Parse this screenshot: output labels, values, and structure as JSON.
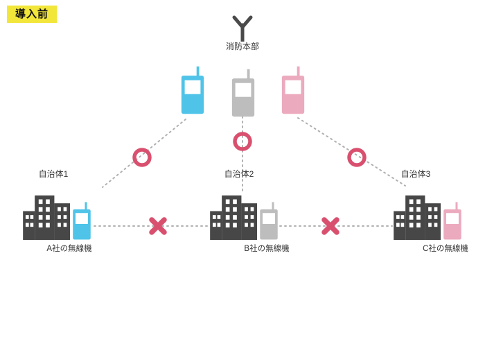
{
  "badge": {
    "label": "導入前"
  },
  "headquarters": {
    "label": "消防本部"
  },
  "municipalities": [
    {
      "name": "自治体1",
      "radio_label": "A社の無線機",
      "color": "#4fc3e8"
    },
    {
      "name": "自治体2",
      "radio_label": "B社の無線機",
      "color": "#bdbdbd"
    },
    {
      "name": "自治体3",
      "radio_label": "C社の無線機",
      "color": "#ecaabe"
    }
  ],
  "marks": {
    "connected": "O",
    "not_connected": "X"
  },
  "colors": {
    "accent_pink": "#d9506f",
    "building_gray": "#474747",
    "badge_yellow": "#f2e63a",
    "line_gray": "#b0b0b0",
    "text": "#333333"
  }
}
